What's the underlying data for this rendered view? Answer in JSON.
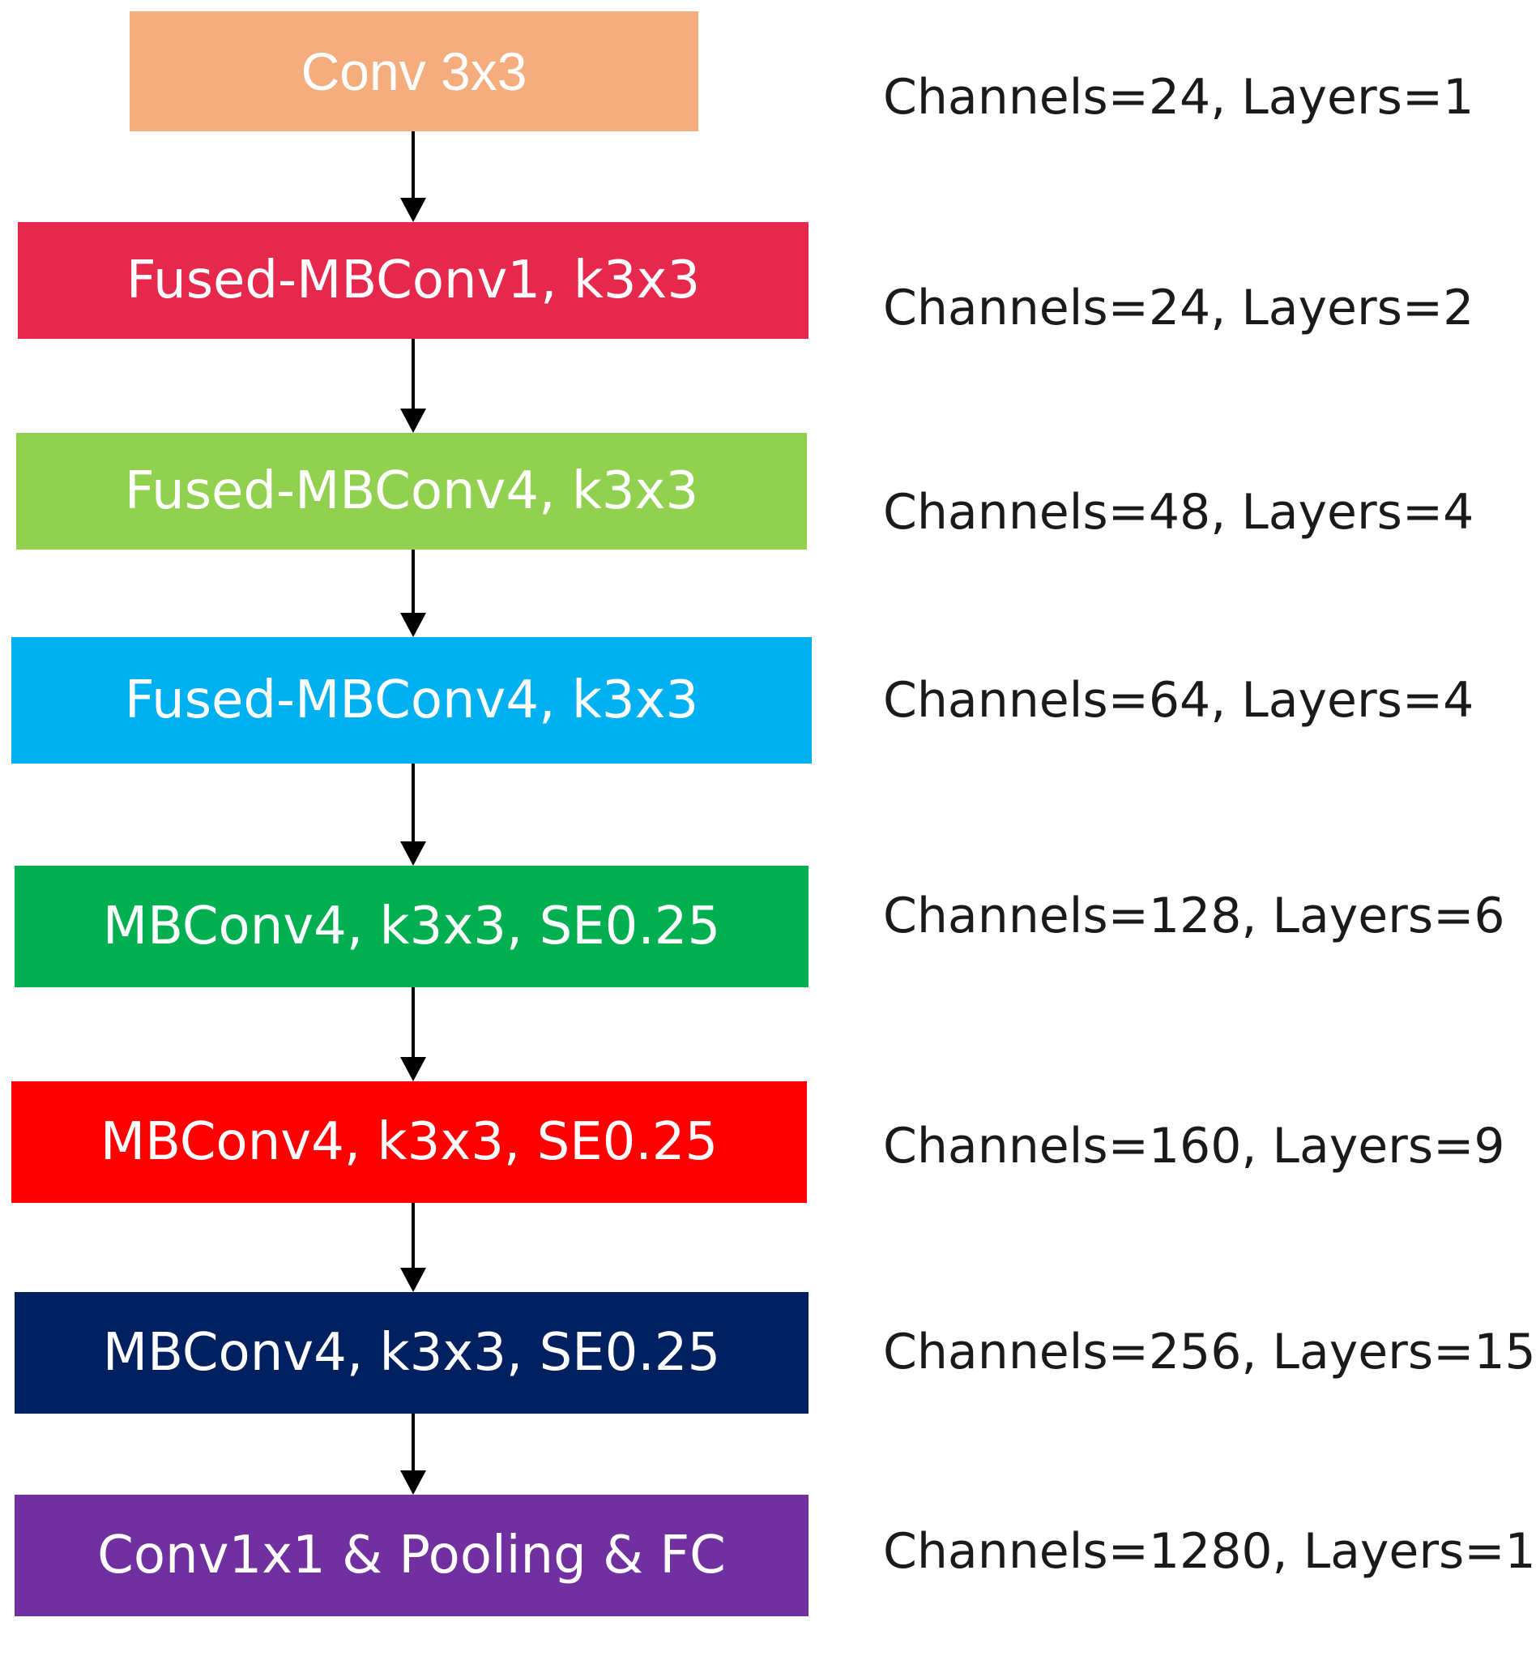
{
  "blocks": [
    {
      "label": "Conv 3x3",
      "info": "Channels=24, Layers=1",
      "color": "#f5ad7d"
    },
    {
      "label": "Fused-MBConv1, k3x3",
      "info": "Channels=24, Layers=2",
      "color": "#e6284c"
    },
    {
      "label": "Fused-MBConv4, k3x3",
      "info": "Channels=48, Layers=4",
      "color": "#92d050"
    },
    {
      "label": "Fused-MBConv4, k3x3",
      "info": "Channels=64, Layers=4",
      "color": "#00b0f0"
    },
    {
      "label": "MBConv4, k3x3, SE0.25",
      "info": "Channels=128, Layers=6",
      "color": "#00b050"
    },
    {
      "label": "MBConv4, k3x3, SE0.25",
      "info": "Channels=160, Layers=9",
      "color": "#ff0000"
    },
    {
      "label": "MBConv4, k3x3, SE0.25",
      "info": "Channels=256, Layers=15",
      "color": "#002060"
    },
    {
      "label": "Conv1x1 & Pooling & FC",
      "info": "Channels=1280, Layers=1",
      "color": "#7030a0"
    }
  ],
  "arrow_color": "#000000"
}
